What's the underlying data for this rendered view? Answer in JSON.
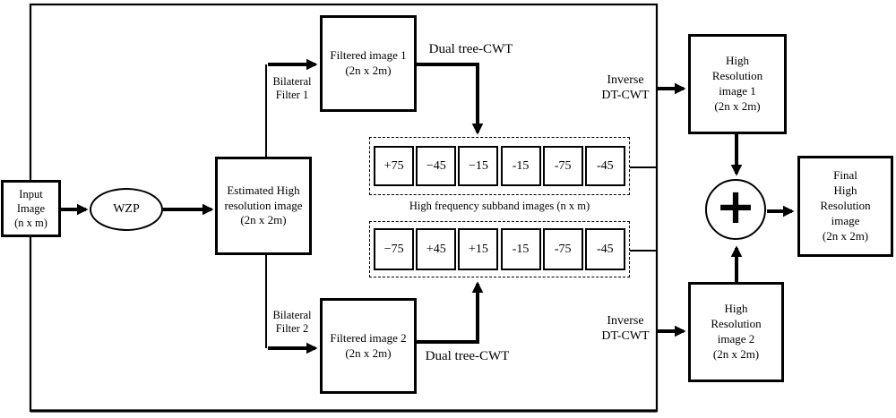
{
  "diagram": {
    "input_box": {
      "label": "Input\nImage\n(n x m)"
    },
    "wzp": {
      "label": "WZP"
    },
    "estimated_box": {
      "label": "Estimated High\nresolution image\n(2n x 2m)"
    },
    "bilateral_filter_1": {
      "label": "Bilateral\nFilter 1"
    },
    "bilateral_filter_2": {
      "label": "Bilateral\nFilter 2"
    },
    "filtered_box_1": {
      "label": "Filtered image 1\n(2n x 2m)"
    },
    "filtered_box_2": {
      "label": "Filtered image 2\n(2n x 2m)"
    },
    "dual_tree_cwt_1": {
      "label": "Dual tree-CWT"
    },
    "dual_tree_cwt_2": {
      "label": "Dual tree-CWT"
    },
    "subband_row_1": {
      "values": [
        "+75",
        "−45",
        "−15",
        "-15",
        "-75",
        "-45"
      ]
    },
    "subband_row_2": {
      "values": [
        "−75",
        "+45",
        "+15",
        "-15",
        "-75",
        "-45"
      ]
    },
    "subband_caption": "High frequency subband images (n x m)",
    "inverse_dtcwt_1": {
      "label": "Inverse\nDT-CWT"
    },
    "inverse_dtcwt_2": {
      "label": "Inverse\nDT-CWT"
    },
    "hr_box_1": {
      "label": "High\nResolution\nimage 1\n(2n x 2m)"
    },
    "hr_box_2": {
      "label": "High\nResolution\nimage 2\n(2n x 2m)"
    },
    "sum_symbol": "+",
    "final_box": {
      "label": "Final\nHigh\nResolution\nimage\n(2n x 2m)"
    }
  },
  "colors": {
    "line": "#000000",
    "background": "#ffffff"
  }
}
